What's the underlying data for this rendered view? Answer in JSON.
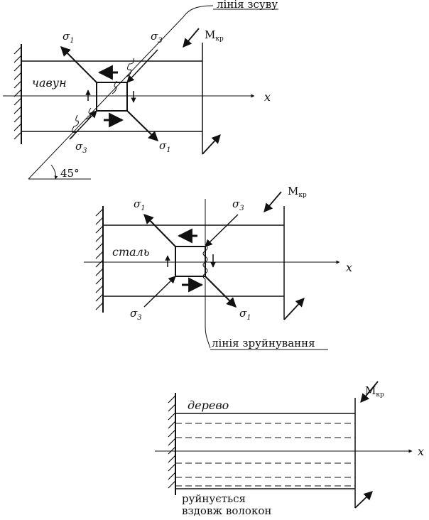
{
  "diagram1": {
    "shear_line_label": "лінія зсуву",
    "material": "чавун",
    "torque": {
      "symbol": "M",
      "subscript": "кр"
    },
    "axis": "x",
    "sigma_sym": "σ",
    "sigma1_sub": "1",
    "sigma3_sub": "3",
    "angle_label": "45°"
  },
  "diagram2": {
    "material": "сталь",
    "torque": {
      "symbol": "M",
      "subscript": "кр"
    },
    "axis": "x",
    "sigma_sym": "σ",
    "sigma1_sub": "1",
    "sigma3_sub": "3",
    "failure_line_label": "лінія зруйнування"
  },
  "diagram3": {
    "material": "дерево",
    "torque": {
      "symbol": "M",
      "subscript": "кр"
    },
    "axis": "x",
    "note_line1": "руйнується",
    "note_line2": "вздовж волокон"
  }
}
